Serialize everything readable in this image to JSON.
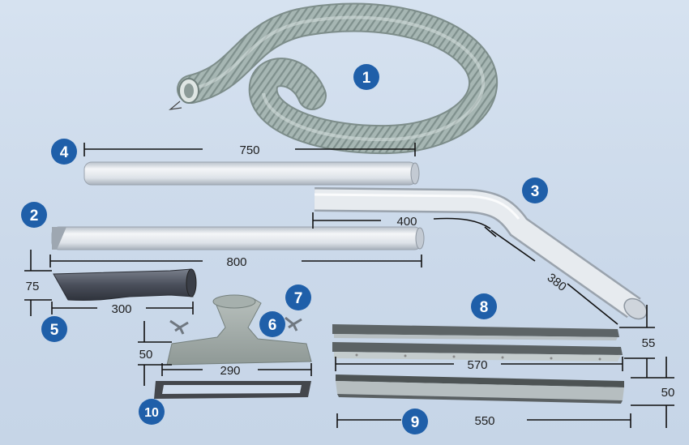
{
  "badges": {
    "b1": "1",
    "b2": "2",
    "b3": "3",
    "b4": "4",
    "b5": "5",
    "b6": "6",
    "b7": "7",
    "b8": "8",
    "b9": "9",
    "b10": "10"
  },
  "dimensions": {
    "d750": "750",
    "d400": "400",
    "d800": "800",
    "d380": "380",
    "d75": "75",
    "d300": "300",
    "d50_nozzle": "50",
    "d290": "290",
    "d55": "55",
    "d570": "570",
    "d50_squeegee": "50",
    "d550": "550"
  },
  "colors": {
    "background": "#cfdcec",
    "badge": "#1f5fa9",
    "hose": "#9fb0ae",
    "pipe": "#d9dee4",
    "nozzle": "#555a66"
  }
}
